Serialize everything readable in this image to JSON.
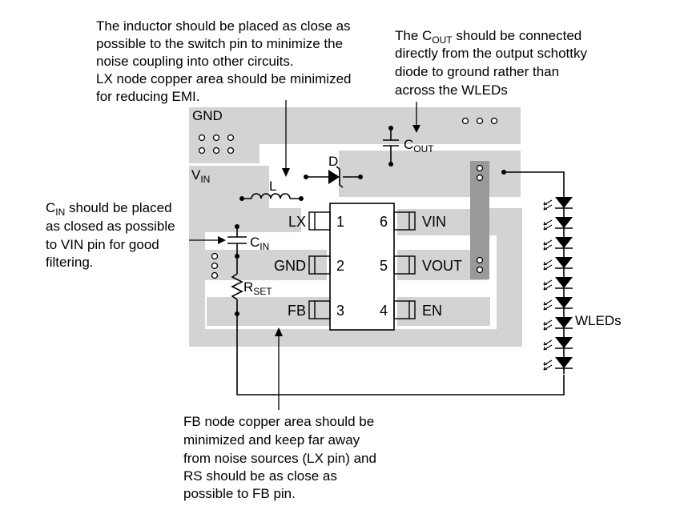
{
  "notes": {
    "inductor": [
      "The inductor should be placed as close as",
      "possible to the switch pin to minimize the",
      "noise coupling into other circuits.",
      "LX node copper area should be minimized",
      "for reducing EMI."
    ],
    "cout": {
      "line1_pre": "The C",
      "line1_sub": "OUT",
      "line1_post": " should be connected",
      "lines": [
        "directly from the output schottky",
        "diode to ground rather than",
        "across the WLEDs"
      ]
    },
    "cin": {
      "line1_pre": "C",
      "line1_sub": "IN",
      "line1_post": " should be placed",
      "lines": [
        "as closed as possible",
        "to VIN pin for good",
        "filtering."
      ]
    },
    "fb": [
      "FB node copper area should be",
      "minimized and keep far away",
      "from noise sources (LX pin) and",
      "RS should be as close as",
      "possible to FB pin."
    ]
  },
  "labels": {
    "gnd_area": "GND",
    "vin_main": "V",
    "vin_sub": "IN",
    "inductor": "L",
    "diode": "D",
    "cout_main": "C",
    "cout_sub": "OUT",
    "cin_main": "C",
    "cin_sub": "IN",
    "rset_main": "R",
    "rset_sub": "SET",
    "wleds": "WLEDs"
  },
  "chip": {
    "left_pins": [
      {
        "name": "LX",
        "number": "1"
      },
      {
        "name": "GND",
        "number": "2"
      },
      {
        "name": "FB",
        "number": "3"
      }
    ],
    "right_pins": [
      {
        "number": "6",
        "name": "VIN"
      },
      {
        "number": "5",
        "name": "VOUT"
      },
      {
        "number": "4",
        "name": "EN"
      }
    ]
  },
  "colors": {
    "copper": "#d3d3d3",
    "strip": "#999999",
    "ink": "#000000"
  },
  "wled_count": 9
}
